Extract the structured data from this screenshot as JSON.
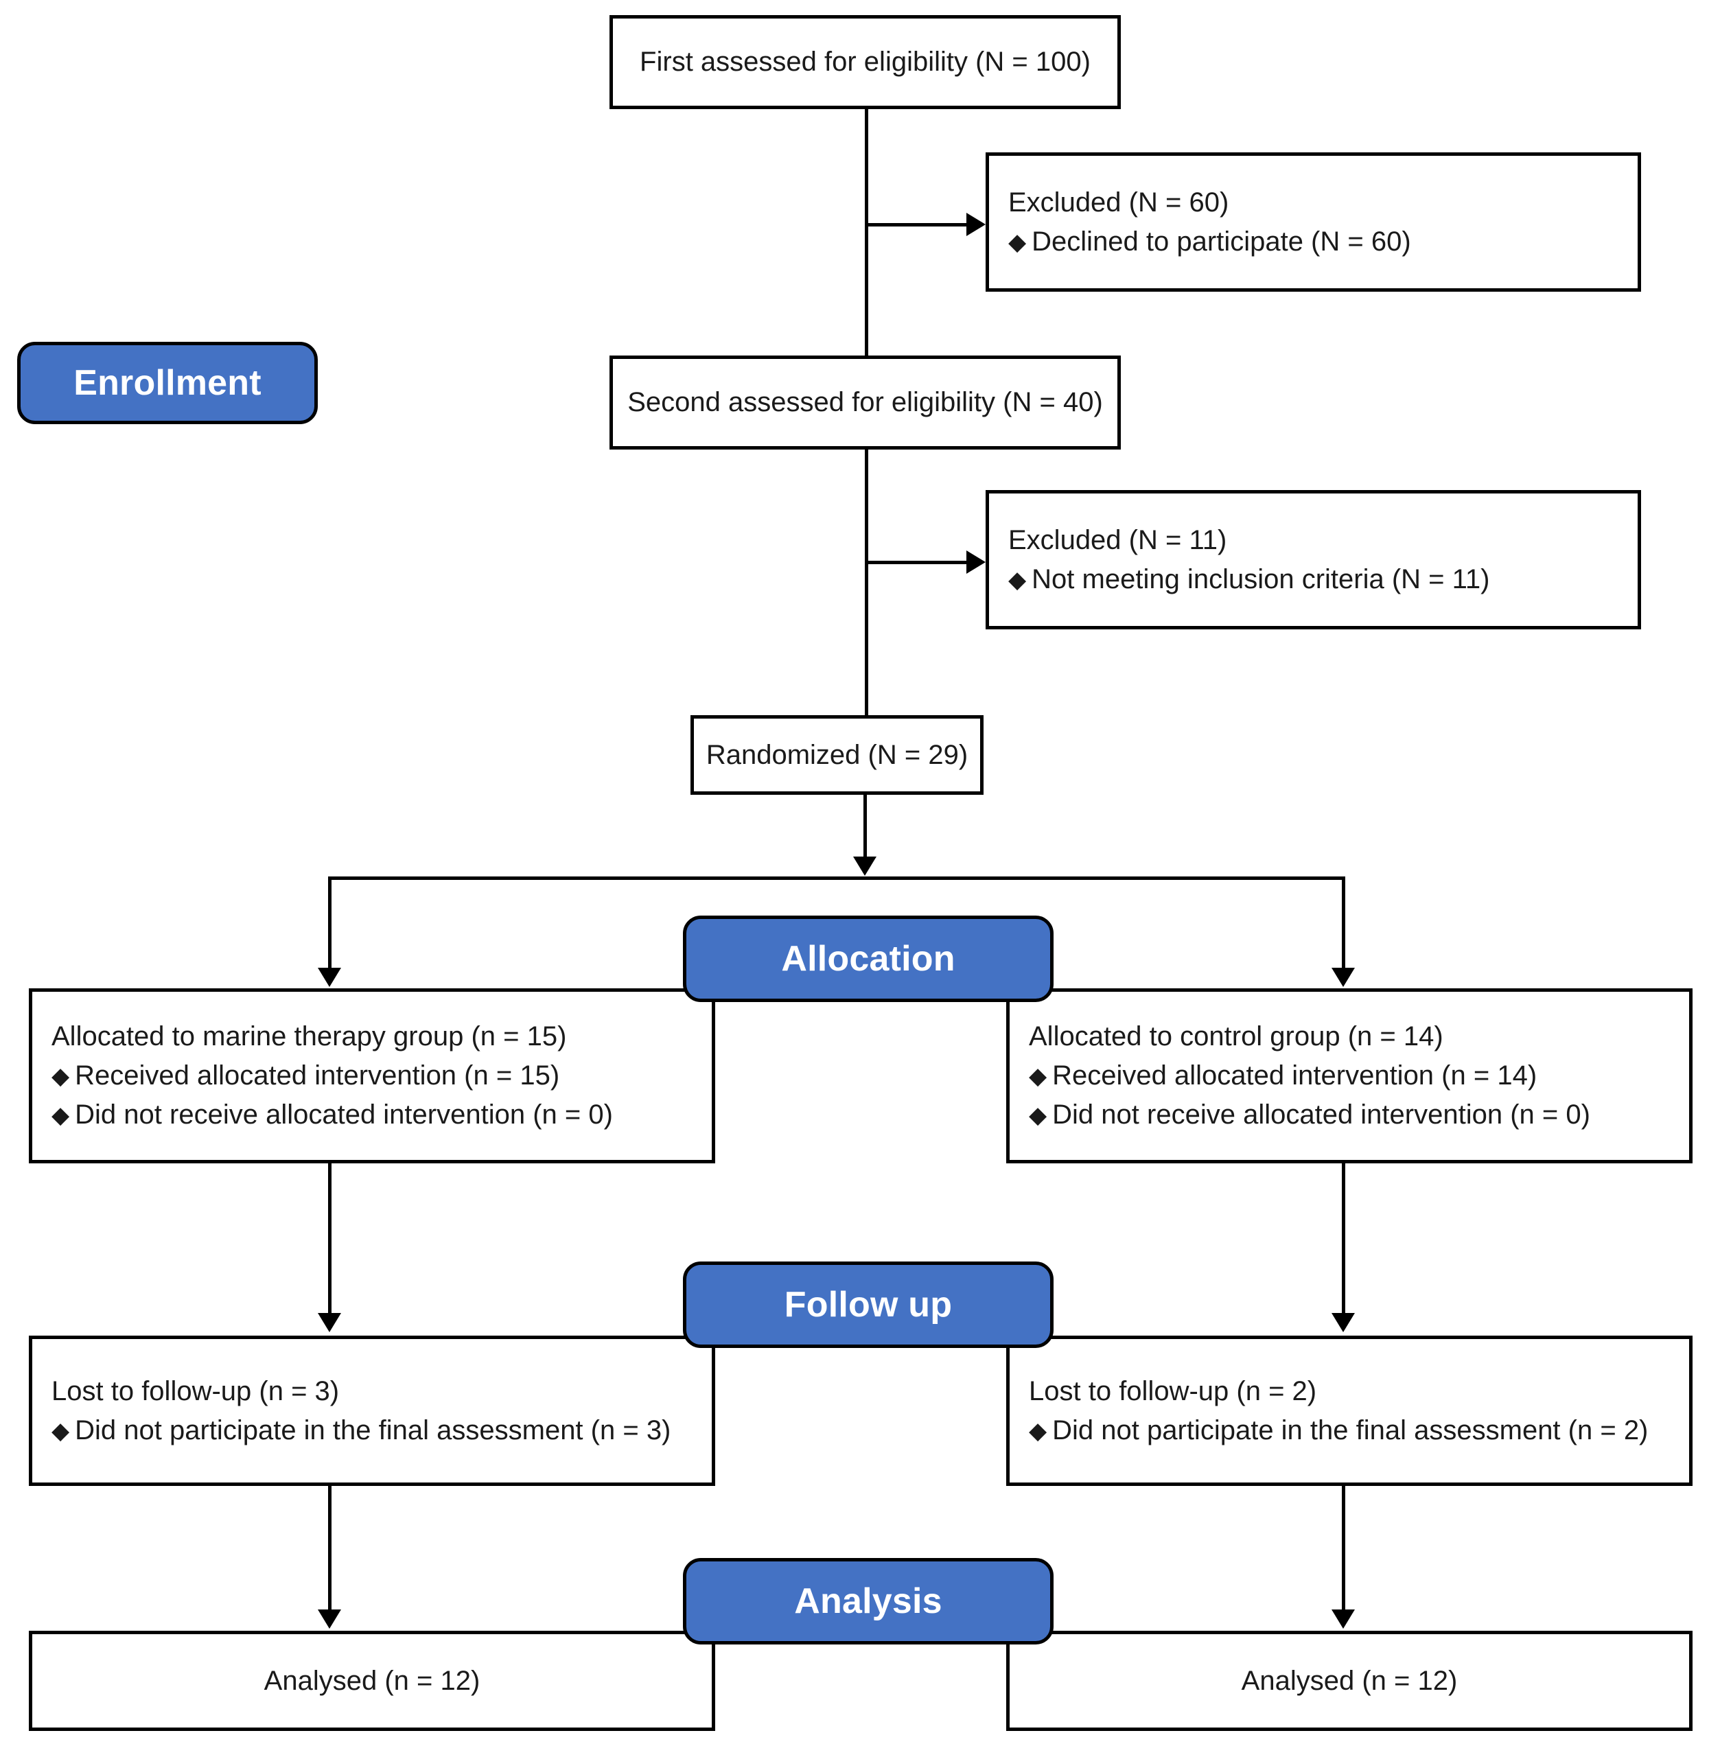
{
  "diagram": {
    "title": "CONSORT participant flow diagram",
    "accent_color": "#4472C4",
    "border_color": "#000000",
    "text_color": "#1A1A1A",
    "bullet_glyph": "◆"
  },
  "stages": {
    "enrollment": "Enrollment",
    "allocation": "Allocation",
    "followup": "Follow up",
    "analysis": "Analysis"
  },
  "nodes": {
    "first_assessed": {
      "line1": "First assessed for eligibility (N = 100)"
    },
    "excluded_first": {
      "line1": "Excluded (N = 60)",
      "bullet1": "Declined to participate (N = 60)"
    },
    "second_assessed": {
      "line1": "Second assessed for eligibility (N = 40)"
    },
    "excluded_second": {
      "line1": "Excluded (N = 11)",
      "bullet1": "Not meeting inclusion criteria (N = 11)"
    },
    "randomized": {
      "line1": "Randomized (N = 29)"
    },
    "allocation_left": {
      "line1": "Allocated to marine therapy group (n = 15)",
      "bullet1": "Received allocated intervention (n = 15)",
      "bullet2": "Did not receive allocated intervention (n = 0)"
    },
    "allocation_right": {
      "line1": "Allocated to control group (n = 14)",
      "bullet1": "Received allocated intervention (n = 14)",
      "bullet2": "Did not receive allocated intervention (n = 0)"
    },
    "followup_left": {
      "line1": "Lost to follow-up (n = 3)",
      "bullet1": "Did not participate in the final assessment (n = 3)"
    },
    "followup_right": {
      "line1": "Lost to follow-up (n = 2)",
      "bullet1": "Did not participate in the final assessment (n = 2)"
    },
    "analysis_left": {
      "line1": "Analysed (n = 12)"
    },
    "analysis_right": {
      "line1": "Analysed (n = 12)"
    }
  },
  "chart_data": {
    "type": "diagram",
    "title": "CONSORT flow diagram",
    "flow": [
      {
        "id": "first_assessed",
        "label": "First assessed for eligibility",
        "N": 100
      },
      {
        "id": "excluded_first",
        "label": "Excluded",
        "N": 60,
        "reasons": [
          {
            "label": "Declined to participate",
            "N": 60
          }
        ]
      },
      {
        "id": "second_assessed",
        "label": "Second assessed for eligibility",
        "N": 40
      },
      {
        "id": "excluded_second",
        "label": "Excluded",
        "N": 11,
        "reasons": [
          {
            "label": "Not meeting inclusion criteria",
            "N": 11
          }
        ]
      },
      {
        "id": "randomized",
        "label": "Randomized",
        "N": 29
      },
      {
        "id": "allocation_left",
        "label": "Allocated to marine therapy group",
        "n": 15,
        "details": [
          {
            "label": "Received allocated intervention",
            "n": 15
          },
          {
            "label": "Did not receive allocated intervention",
            "n": 0
          }
        ]
      },
      {
        "id": "allocation_right",
        "label": "Allocated to control group",
        "n": 14,
        "details": [
          {
            "label": "Received allocated intervention",
            "n": 14
          },
          {
            "label": "Did not receive allocated intervention",
            "n": 0
          }
        ]
      },
      {
        "id": "followup_left",
        "label": "Lost to follow-up",
        "n": 3,
        "details": [
          {
            "label": "Did not participate in the final assessment",
            "n": 3
          }
        ]
      },
      {
        "id": "followup_right",
        "label": "Lost to follow-up",
        "n": 2,
        "details": [
          {
            "label": "Did not participate in the final assessment",
            "n": 2
          }
        ]
      },
      {
        "id": "analysis_left",
        "label": "Analysed",
        "n": 12
      },
      {
        "id": "analysis_right",
        "label": "Analysed",
        "n": 12
      }
    ]
  }
}
